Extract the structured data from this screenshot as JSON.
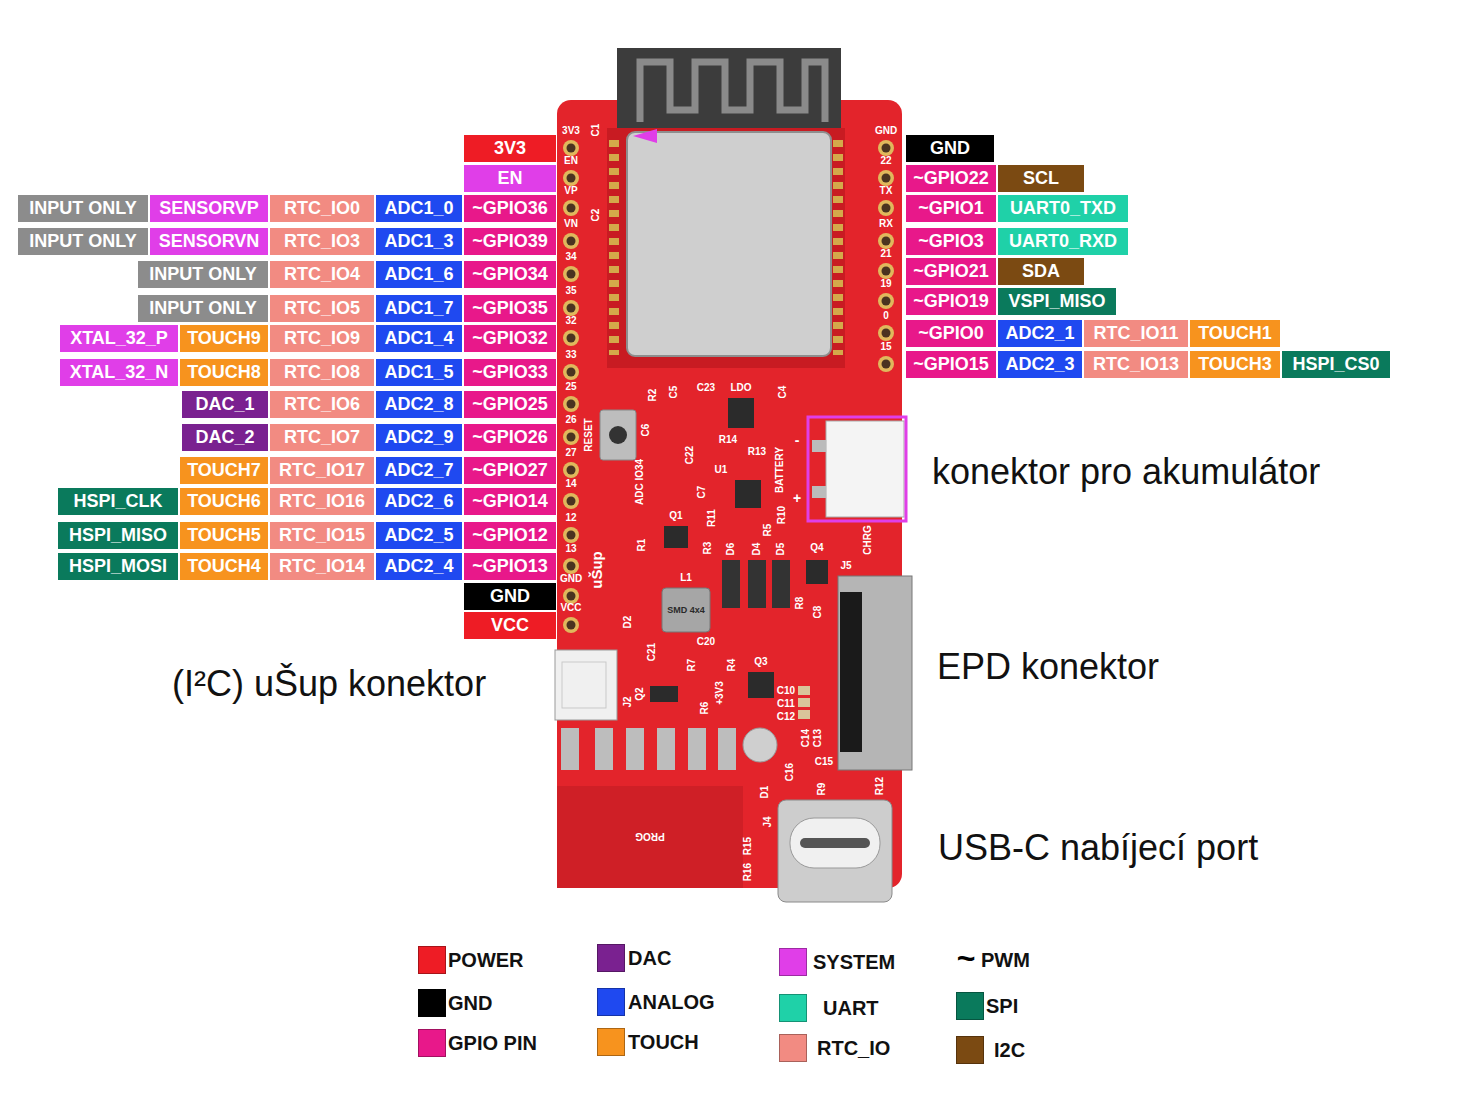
{
  "diagram": {
    "nodes": [
      {
        "text": [
          "3V3"
        ]
      },
      {
        "text": [
          "EN"
        ]
      },
      {
        "text": [
          "INPUT ONLY"
        ]
      },
      {
        "text": [
          "SENSORVP"
        ]
      },
      {
        "text": [
          "RTC_IO0"
        ]
      },
      {
        "text": [
          "ADC1_0"
        ]
      },
      {
        "text": [
          "~GPIO36"
        ]
      },
      {
        "text": [
          "INPUT ONLY"
        ]
      },
      {
        "text": [
          "SENSORVN"
        ]
      },
      {
        "text": [
          "RTC_IO3"
        ]
      },
      {
        "text": [
          "ADC1_3"
        ]
      },
      {
        "text": [
          "~GPIO39"
        ]
      },
      {
        "text": [
          "INPUT ONLY"
        ]
      },
      {
        "text": [
          "RTC_IO4"
        ]
      },
      {
        "text": [
          "ADC1_6"
        ]
      },
      {
        "text": [
          "~GPIO34"
        ]
      },
      {
        "text": [
          "INPUT ONLY"
        ]
      },
      {
        "text": [
          "RTC_IO5"
        ]
      },
      {
        "text": [
          "ADC1_7"
        ]
      },
      {
        "text": [
          "~GPIO35"
        ]
      },
      {
        "text": [
          "XTAL_32_P"
        ]
      },
      {
        "text": [
          "TOUCH9"
        ]
      },
      {
        "text": [
          "RTC_IO9"
        ]
      },
      {
        "text": [
          "ADC1_4"
        ]
      },
      {
        "text": [
          "~GPIO32"
        ]
      },
      {
        "text": [
          "XTAL_32_N"
        ]
      },
      {
        "text": [
          "TOUCH8"
        ]
      },
      {
        "text": [
          "RTC_IO8"
        ]
      },
      {
        "text": [
          "ADC1_5"
        ]
      },
      {
        "text": [
          "~GPIO33"
        ]
      },
      {
        "text": [
          "DAC_1"
        ]
      },
      {
        "text": [
          "RTC_IO6"
        ]
      },
      {
        "text": [
          "ADC2_8"
        ]
      },
      {
        "text": [
          "~GPIO25"
        ]
      },
      {
        "text": [
          "DAC_2"
        ]
      },
      {
        "text": [
          "RTC_IO7"
        ]
      },
      {
        "text": [
          "ADC2_9"
        ]
      },
      {
        "text": [
          "~GPIO26"
        ]
      },
      {
        "text": [
          "TOUCH7"
        ]
      },
      {
        "text": [
          "RTC_IO17"
        ]
      },
      {
        "text": [
          "ADC2_7"
        ]
      },
      {
        "text": [
          "~GPIO27"
        ]
      },
      {
        "text": [
          "HSPI_CLK"
        ]
      },
      {
        "text": [
          "TOUCH6"
        ]
      },
      {
        "text": [
          "RTC_IO16"
        ]
      },
      {
        "text": [
          "ADC2_6"
        ]
      },
      {
        "text": [
          "~GPIO14"
        ]
      },
      {
        "text": [
          "HSPI_MISO"
        ]
      },
      {
        "text": [
          "TOUCH5"
        ]
      },
      {
        "text": [
          "RTC_IO15"
        ]
      },
      {
        "text": [
          "ADC2_5"
        ]
      },
      {
        "text": [
          "~GPIO12"
        ]
      },
      {
        "text": [
          "HSPI_MOSI"
        ]
      },
      {
        "text": [
          "TOUCH4"
        ]
      },
      {
        "text": [
          "RTC_IO14"
        ]
      },
      {
        "text": [
          "ADC2_4"
        ]
      },
      {
        "text": [
          "~GPIO13"
        ]
      },
      {
        "text": [
          "GND"
        ]
      },
      {
        "text": [
          "VCC"
        ]
      },
      {
        "text": [
          "GND"
        ]
      },
      {
        "text": [
          "~GPIO22"
        ]
      },
      {
        "text": [
          "SCL"
        ]
      },
      {
        "text": [
          "~GPIO1"
        ]
      },
      {
        "text": [
          "UART0_TXD"
        ]
      },
      {
        "text": [
          "~GPIO3"
        ]
      },
      {
        "text": [
          "UART0_RXD"
        ]
      },
      {
        "text": [
          "~GPIO21"
        ]
      },
      {
        "text": [
          "SDA"
        ]
      },
      {
        "text": [
          "~GPIO19"
        ]
      },
      {
        "text": [
          "VSPI_MISO"
        ]
      },
      {
        "text": [
          "~GPIO0"
        ]
      },
      {
        "text": [
          "ADC2_1"
        ]
      },
      {
        "text": [
          "RTC_IO11"
        ]
      },
      {
        "text": [
          "TOUCH1"
        ]
      },
      {
        "text": [
          "~GPIO15"
        ]
      },
      {
        "text": [
          "ADC2_3"
        ]
      },
      {
        "text": [
          "RTC_IO13"
        ]
      },
      {
        "text": [
          "TOUCH3"
        ]
      },
      {
        "text": [
          "HSPI_CS0"
        ]
      }
    ],
    "labels": [
      "3V3",
      "EN",
      "VP",
      "VN",
      "34",
      "35",
      "32",
      "33",
      "25",
      "26",
      "27",
      "14",
      "12",
      "13",
      "GND",
      "VCC",
      "GND",
      "22",
      "TX",
      "RX",
      "21",
      "19",
      "0",
      "15",
      "C1",
      "C2",
      "R2",
      "C5",
      "C23",
      "LDO",
      "C4",
      "RESET",
      "C6",
      "R14",
      "-",
      "R13",
      "U1",
      "BATTERY",
      "C22",
      "ADC IO34",
      "C7",
      "+",
      "R11",
      "R10",
      "Q1",
      "R5",
      "R1",
      "R3",
      "D6",
      "D4",
      "D5",
      "Q4",
      "CHRG",
      "J5",
      "uŠup",
      "L1",
      "SMD 4x4",
      "R8",
      "C8",
      "D2",
      "C20",
      "C21",
      "R7",
      "R4",
      "Q3",
      "+3V3",
      "Q2",
      "J2",
      "R6",
      "C10",
      "C11",
      "C12",
      "C14",
      "C13",
      "C15",
      "C16",
      "D1",
      "R9",
      "R12",
      "J4",
      "PROG",
      "R15",
      "R16",
      "konektor pro akumulátor",
      "EPD konektor",
      "USB-C nabíjecí port",
      "(I²C) uŠup konektor",
      "~"
    ],
    "legend": [
      {
        "text": "POWER",
        "color": "#ee1c25"
      },
      {
        "text": "DAC",
        "color": "#7a2190"
      },
      {
        "text": "SYSTEM",
        "color": "#e03ee8"
      },
      {
        "text": "PWM"
      },
      {
        "text": "GND",
        "color": "#000000"
      },
      {
        "text": "ANALOG",
        "color": "#1f49f0"
      },
      {
        "text": "UART",
        "color": "#1fd1a8"
      },
      {
        "text": "SPI",
        "color": "#0a7a5c"
      },
      {
        "text": "GPIO PIN",
        "color": "#e8188a"
      },
      {
        "text": "TOUCH",
        "color": "#f7931e"
      },
      {
        "text": "RTC_IO",
        "color": "#f28b82"
      },
      {
        "text": "I2C",
        "color": "#7b4a12"
      }
    ]
  }
}
